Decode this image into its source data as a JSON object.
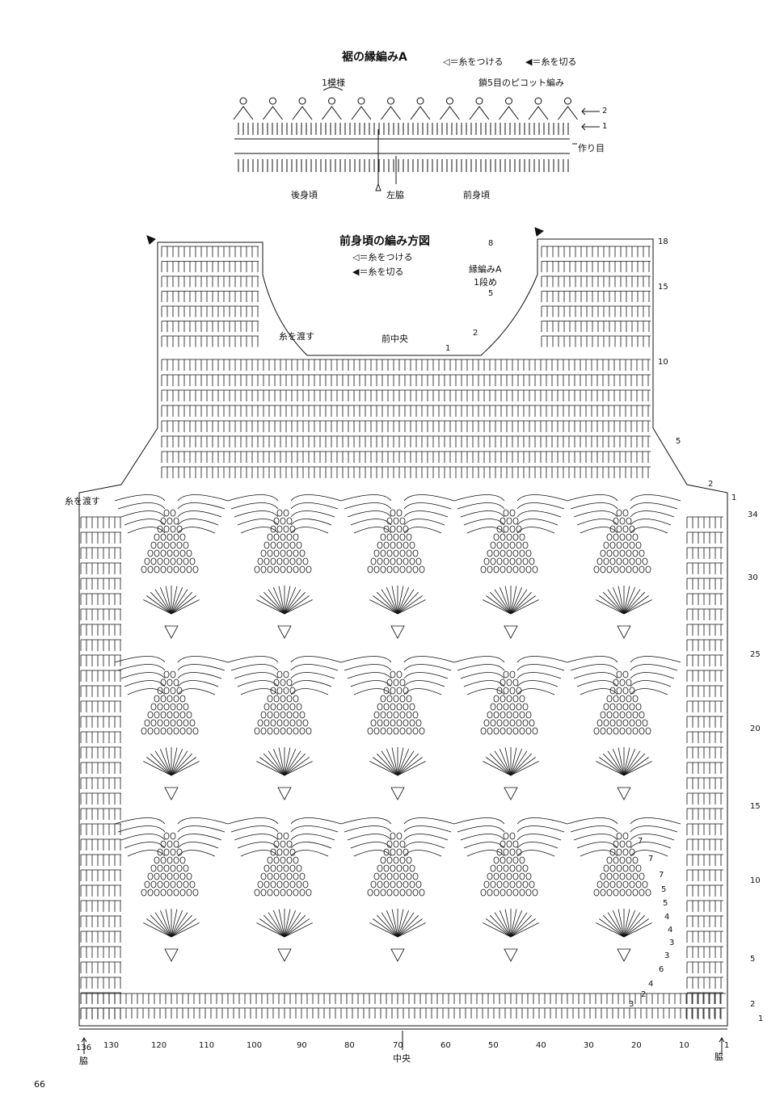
{
  "edging": {
    "title": "裾の縁編みA",
    "legend_attach": "◁＝糸をつける",
    "legend_cut": "◀＝糸を切る",
    "one_pattern": "1模様",
    "picot": "鎖5目のピコット編み",
    "row2": "2",
    "row1": "1",
    "foundation": "作り目",
    "back": "後身頃",
    "left_side": "左脇",
    "front": "前身頃"
  },
  "front": {
    "title": "前身頃の編み方図",
    "legend_attach": "◁＝糸をつける",
    "legend_cut": "◀＝糸を切る",
    "edge_label_1": "縁編みA",
    "edge_label_2": "1段め",
    "carry_yarn": "糸を渡す",
    "carry_yarn_side": "糸を渡す",
    "front_center": "前中央",
    "neck_rows": {
      "r8": "8",
      "r5": "5",
      "r2": "2",
      "r1": "1"
    },
    "upper_rows": {
      "r18": "18",
      "r15": "15",
      "r10": "10",
      "r5": "5",
      "r2": "2",
      "r1": "1"
    },
    "lower_rows": {
      "r34": "34",
      "r30": "30",
      "r25": "25",
      "r20": "20",
      "r15": "15",
      "r10": "10",
      "r5": "5",
      "r2": "2",
      "r1": "1"
    },
    "stitch_counts": [
      "136",
      "130",
      "120",
      "110",
      "100",
      "90",
      "80",
      "70",
      "60",
      "50",
      "40",
      "30",
      "20",
      "10",
      "1"
    ],
    "center": "中央",
    "side_left": "脇",
    "side_right": "脇",
    "repeat_numbers": [
      "7",
      "7",
      "7",
      "5",
      "5",
      "4",
      "4",
      "3",
      "3",
      "6",
      "4",
      "2",
      "3"
    ]
  },
  "page_number": "66"
}
